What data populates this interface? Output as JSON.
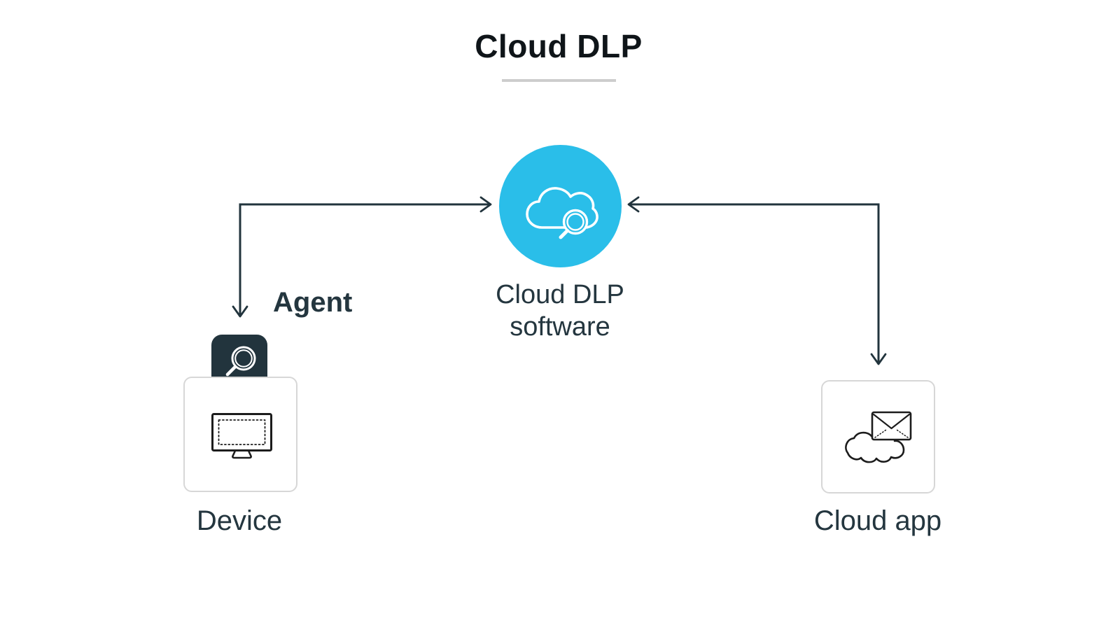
{
  "title": "Cloud DLP",
  "colors": {
    "accent": "#2abee9",
    "line": "#22343d",
    "label_text": "#24363f",
    "title_text": "#0f1519",
    "box_border": "#d7d7d7",
    "icon_stroke": "#1c1c1c",
    "underline": "#cdcdcd",
    "background": "#ffffff"
  },
  "nodes": {
    "software": {
      "label_line1": "Cloud DLP",
      "label_line2": "software",
      "icon": "cloud-search-icon"
    },
    "device": {
      "label": "Device",
      "icon": "monitor-icon",
      "agent_label": "Agent",
      "agent_icon": "magnifier-icon"
    },
    "cloud_app": {
      "label": "Cloud app",
      "icon": "cloud-mail-icon"
    }
  },
  "edges": [
    {
      "between": [
        "device",
        "cloud-dlp-software"
      ],
      "style": "right-angle",
      "arrowheads": "both"
    },
    {
      "between": [
        "cloud-app",
        "cloud-dlp-software"
      ],
      "style": "right-angle",
      "arrowheads": "both"
    }
  ]
}
